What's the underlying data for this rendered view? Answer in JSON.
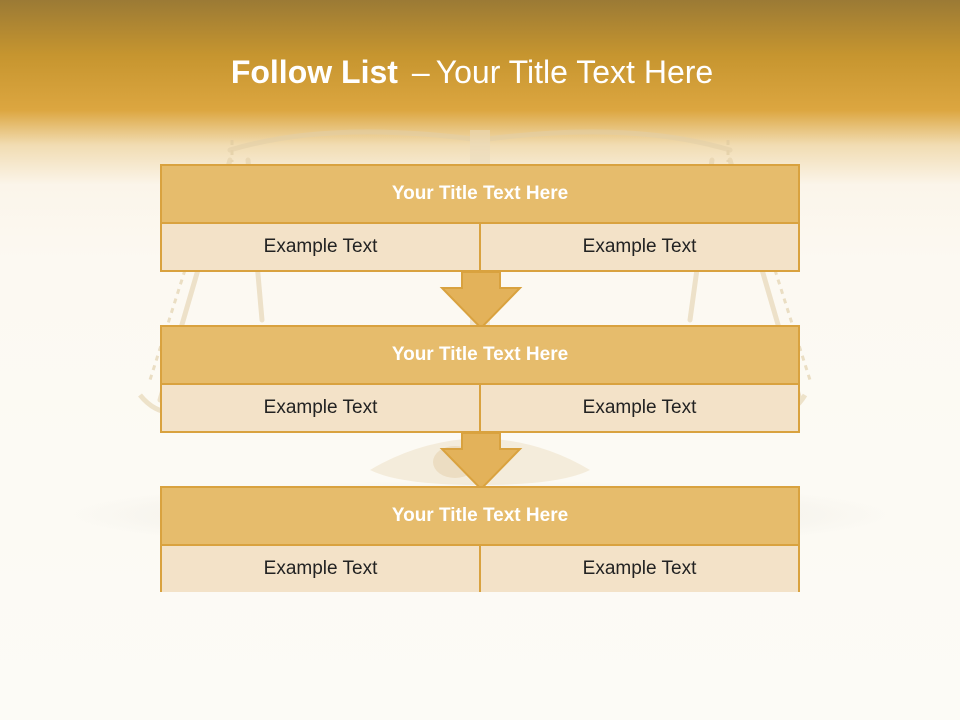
{
  "title": {
    "bold": "Follow List",
    "separator": "–",
    "rest": "Your Title Text Here"
  },
  "blocks": [
    {
      "header": "Your Title Text Here",
      "cells": [
        "Example Text",
        "Example Text"
      ]
    },
    {
      "header": "Your Title Text Here",
      "cells": [
        "Example Text",
        "Example Text"
      ]
    },
    {
      "header": "Your Title Text Here",
      "cells": [
        "Example Text",
        "Example Text"
      ]
    }
  ],
  "colors": {
    "header_fill": "#e6bc6c",
    "cell_fill": "#f3e2c8",
    "border": "#d9a23f",
    "arrow": "#e3b25a"
  },
  "background_image": "scales-of-justice"
}
